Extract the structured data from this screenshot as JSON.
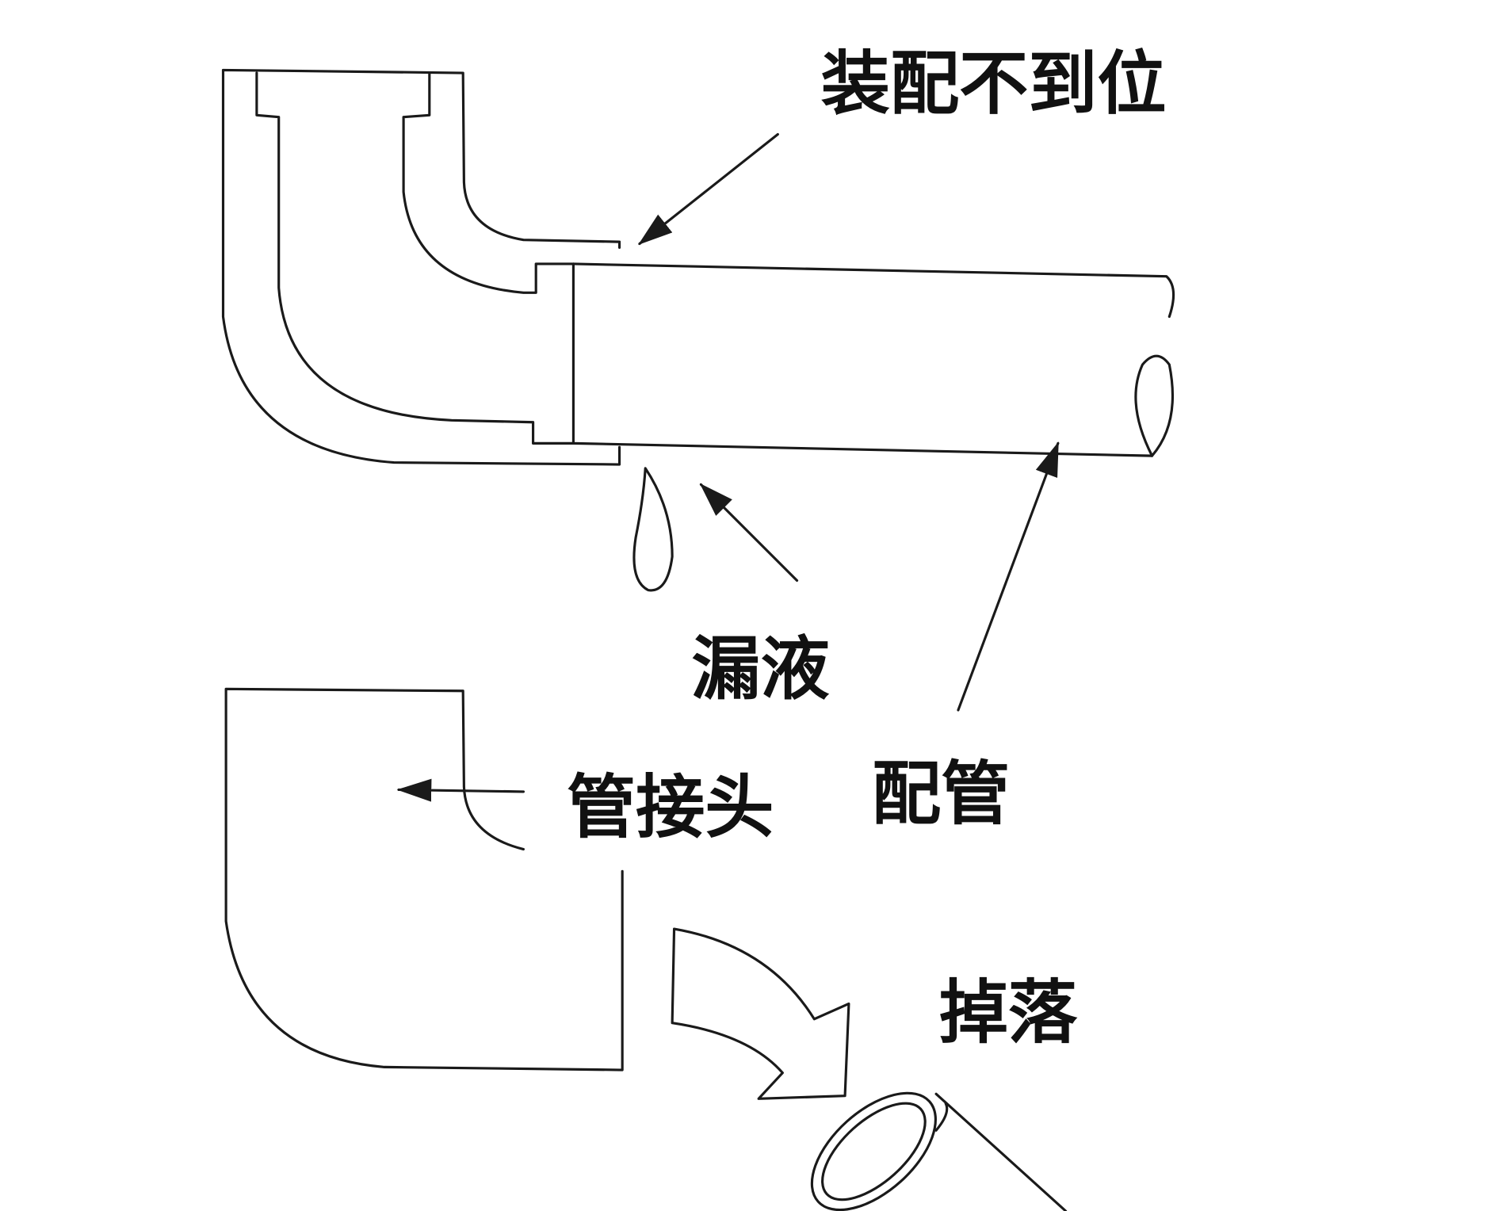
{
  "labels": {
    "improper_fit": "装配不到位",
    "leak": "漏液",
    "pipe": "配管",
    "fitting": "管接头",
    "fall_off": "掉落"
  },
  "colors": {
    "line": "#1a1a1a",
    "background": "#ffffff"
  }
}
